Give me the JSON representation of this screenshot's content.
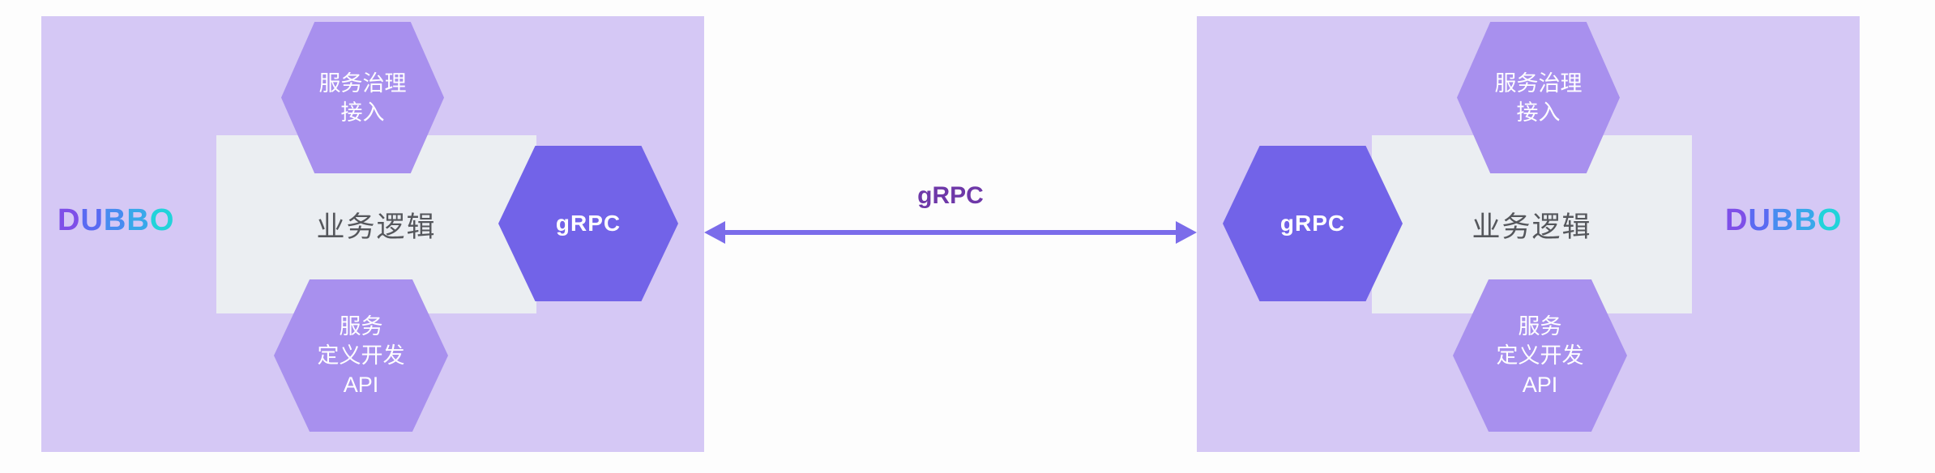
{
  "colors": {
    "panel_bg": "#d5c8f5",
    "hex_light": "#a890ee",
    "hex_dark": "#7263e8",
    "gray_box": "#ebeef2",
    "business_text": "#55575c",
    "hex_text": "#ffffff",
    "arrow": "#7b6cea",
    "arrow_label": "#6e38a8"
  },
  "logo": {
    "text": "DUBBO",
    "letters": [
      "D",
      "U",
      "B",
      "B",
      "O"
    ],
    "letter_colors": [
      "#7e4fe8",
      "#5a6af2",
      "#478cf0",
      "#38a8ea",
      "#22d3da"
    ]
  },
  "connector": {
    "label": "gRPC"
  },
  "panels": {
    "left": {
      "business_logic": "业务逻辑",
      "hex_top": {
        "lines": [
          "服务治理",
          "接入"
        ]
      },
      "hex_bottom": {
        "lines": [
          "服务",
          "定义开发",
          "API"
        ]
      },
      "protocol": "gRPC"
    },
    "right": {
      "business_logic": "业务逻辑",
      "hex_top": {
        "lines": [
          "服务治理",
          "接入"
        ]
      },
      "hex_bottom": {
        "lines": [
          "服务",
          "定义开发",
          "API"
        ]
      },
      "protocol": "gRPC"
    }
  }
}
